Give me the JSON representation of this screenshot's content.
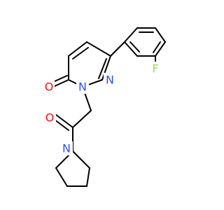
{
  "molecule": {
    "atoms": {
      "o_carbonyl_ring": {
        "symbol": "O",
        "color": "#ff0d0d"
      },
      "n_ring_1": {
        "symbol": "N",
        "color": "#3050f8"
      },
      "n_ring_2": {
        "symbol": "N",
        "color": "#3050f8"
      },
      "f": {
        "symbol": "F",
        "color": "#90e050"
      },
      "o_amide": {
        "symbol": "O",
        "color": "#ff0d0d"
      },
      "n_pyrrolidine": {
        "symbol": "N",
        "color": "#3050f8"
      }
    },
    "bond_color": "#000000"
  }
}
